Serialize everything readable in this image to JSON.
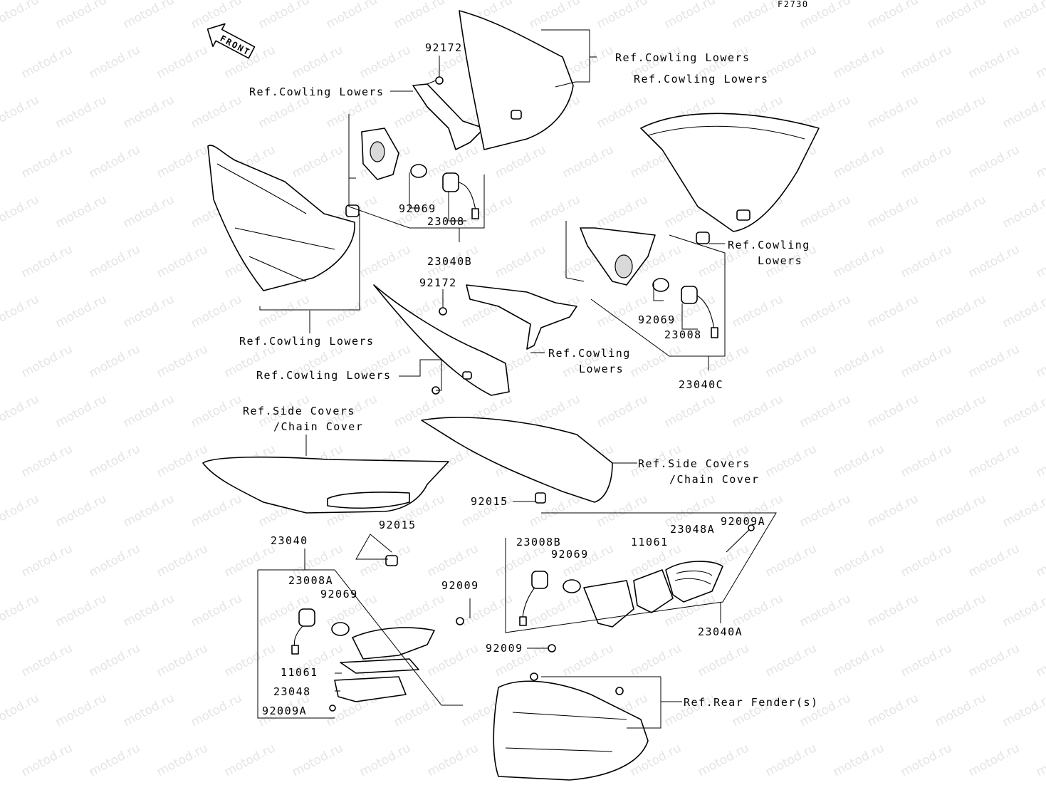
{
  "figure_code": "F2730",
  "watermark": "motod.ru",
  "front_marker": "FRONT",
  "labels": {
    "p92172_top": "92172",
    "ref_cowl_top_left": "Ref.Cowling Lowers",
    "ref_cowl_top_right1": "Ref.Cowling Lowers",
    "ref_cowl_top_right2": "Ref.Cowling Lowers",
    "p92069_b": "92069",
    "p23008_b": "23008",
    "p23040B": "23040B",
    "ref_cowl_mid_right_l1": "Ref.Cowling",
    "ref_cowl_mid_right_l2": "Lowers",
    "p92172_mid": "92172",
    "p92069_c": "92069",
    "p23008_c": "23008",
    "ref_cowl_left_bottom": "Ref.Cowling Lowers",
    "ref_cowl_center_l1": "Ref.Cowling",
    "ref_cowl_center_l2": "Lowers",
    "ref_cowl_lower_left": "Ref.Cowling Lowers",
    "p23040C": "23040C",
    "ref_side_left_l1": "Ref.Side Covers",
    "ref_side_left_l2": "/Chain Cover",
    "ref_side_right_l1": "Ref.Side Covers",
    "ref_side_right_l2": "/Chain Cover",
    "p92015_right": "92015",
    "p92015_left": "92015",
    "p23040": "23040",
    "p23008B": "23008B",
    "p92069_a": "92069",
    "p11061_a": "11061",
    "p23048A": "23048A",
    "p92009A_top": "92009A",
    "p23008A": "23008A",
    "p92069_d": "92069",
    "p92009_left": "92009",
    "p92009_right": "92009",
    "p23040A": "23040A",
    "p11061_b": "11061",
    "p23048": "23048",
    "p92009A_bottom": "92009A",
    "ref_rear_fender": "Ref.Rear Fender(s)"
  }
}
